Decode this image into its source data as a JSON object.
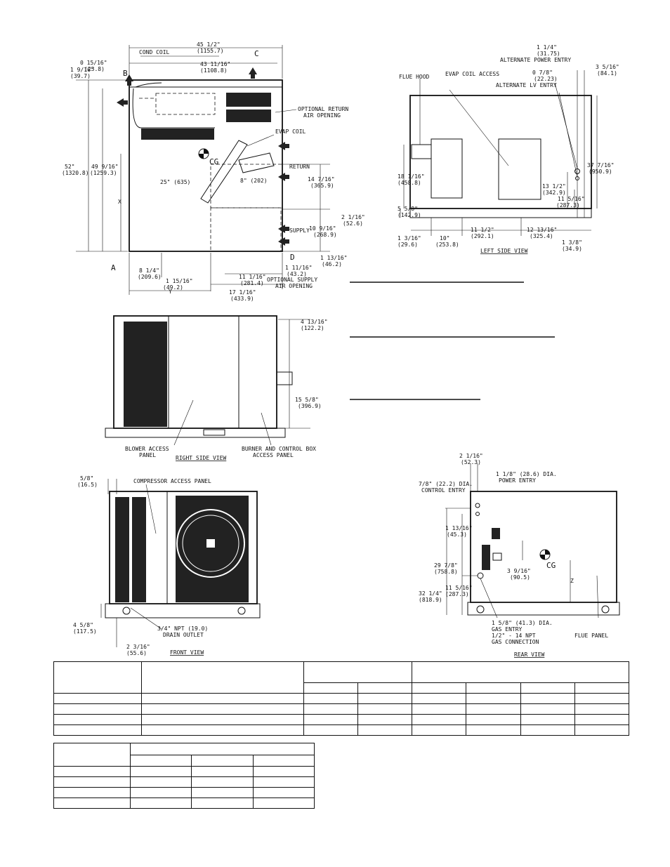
{
  "top_view": {
    "dims": {
      "overall_width": "45 1/2\"",
      "overall_width_mm": "(1155.7)",
      "inner_width": "43 11/16\"",
      "inner_width_mm": "(1108.8)",
      "d0_15_16": "0 15/16\"",
      "d0_15_16_mm": "(23.8)",
      "d1_9_16": "1 9/16\"",
      "d1_9_16_mm": "(39.7)",
      "overall_depth": "52\"",
      "overall_depth_mm": "(1320.8)",
      "inner_depth": "49 9/16\"",
      "inner_depth_mm": "(1259.3)",
      "d14_7_16": "14 7/16\"",
      "d14_7_16_mm": "(365.9)",
      "d2_1_16": "2 1/16\"",
      "d2_1_16_mm": "(52.6)",
      "d10_9_16": "10 9/16\"",
      "d10_9_16_mm": "(268.9)",
      "d1_13_16": "1 13/16\"",
      "d1_13_16_mm": "(46.2)",
      "d1_11_16": "1 11/16\"",
      "d1_11_16_mm": "(43.2)",
      "d11_1_16": "11 1/16\"",
      "d11_1_16_mm": "(281.4)",
      "d17_1_16": "17 1/16\"",
      "d17_1_16_mm": "(433.9)",
      "d8_1_4": "8 1/4\"",
      "d8_1_4_mm": "(209.6)",
      "d1_15_16": "1 15/16\"",
      "d1_15_16_mm": "(49.2)",
      "angle": "25\" (635)",
      "evap_w": "8\" (202)"
    },
    "labels": {
      "cond_coil": "COND COIL",
      "opt_return": "OPTIONAL RETURN",
      "air_opening": "AIR OPENING",
      "evap_coil": "EVAP COIL",
      "return": "RETURN",
      "supply": "SUPPLY",
      "opt_supply": "OPTIONAL SUPPLY",
      "supply_air_opening": "AIR OPENING",
      "cg": "CG",
      "a": "A",
      "b": "B",
      "c": "C",
      "d": "D",
      "x": "X",
      "y": "Y"
    }
  },
  "left_view": {
    "title": "LEFT SIDE VIEW",
    "labels": {
      "flue_hood": "FLUE HOOD",
      "evap_access": "EVAP COIL ACCESS",
      "alt_power": "ALTERNATE POWER ENTRY",
      "alt_lv": "ALTERNATE LV ENTRY"
    },
    "dims": {
      "d1_1_4": "1 1/4\"",
      "d1_1_4_mm": "(31.75)",
      "d0_7_8": "0 7/8\"",
      "d0_7_8_mm": "(22.23)",
      "d3_5_16": "3 5/16\"",
      "d3_5_16_mm": "(84.1)",
      "d37_7_16": "37 7/16\"",
      "d37_7_16_mm": "(950.9)",
      "d18_1_16": "18 1/16\"",
      "d18_1_16_mm": "(458.8)",
      "d13_1_2": "13 1/2\"",
      "d13_1_2_mm": "(342.9)",
      "d11_5_16": "11 5/16\"",
      "d11_5_16_mm": "(287.3)",
      "d5_5_8": "5 5/8\"",
      "d5_5_8_mm": "(142.9)",
      "d1_3_16": "1 3/16\"",
      "d1_3_16_mm": "(29.6)",
      "d10": "10\"",
      "d10_mm": "(253.8)",
      "d11_1_2": "11 1/2\"",
      "d11_1_2_mm": "(292.1)",
      "d12_13_16": "12 13/16\"",
      "d12_13_16_mm": "(325.4)",
      "d1_3_8": "1 3/8\"",
      "d1_3_8_mm": "(34.9)"
    }
  },
  "right_view": {
    "title": "RIGHT SIDE VIEW",
    "labels": {
      "blower1": "BLOWER ACCESS",
      "blower2": "PANEL",
      "burner1": "BURNER AND CONTROL BOX",
      "burner2": "ACCESS PANEL"
    },
    "dims": {
      "d4_13_16": "4 13/16\"",
      "d4_13_16_mm": "(122.2)",
      "d15_5_8": "15 5/8\"",
      "d15_5_8_mm": "(396.9)"
    }
  },
  "front_view": {
    "title": "FRONT VIEW",
    "labels": {
      "comp_access": "COMPRESSOR ACCESS PANEL",
      "drain1": "3/4\" NPT (19.0)",
      "drain2": "DRAIN OUTLET"
    },
    "dims": {
      "d5_8": "5/8\"",
      "d5_8_mm": "(16.5)",
      "d4_5_8": "4 5/8\"",
      "d4_5_8_mm": "(117.5)",
      "d2_3_16": "2 3/16\"",
      "d2_3_16_mm": "(55.6)"
    }
  },
  "rear_view": {
    "title": "REAR VIEW",
    "labels": {
      "power1": "1 1/8\" (28.6) DIA.",
      "power2": "POWER ENTRY",
      "control1": "7/8\" (22.2) DIA.",
      "control2": "CONTROL ENTRY",
      "gas1": "1 5/8\" (41.3) DIA.",
      "gas2": "GAS ENTRY",
      "gas3": "1/2\" - 14 NPT",
      "gas4": "GAS CONNECTION",
      "flue_panel": "FLUE PANEL",
      "cg": "CG",
      "z": "Z"
    },
    "dims": {
      "d2_1_16": "2 1/16\"",
      "d2_1_16_mm": "(52.3)",
      "d1_13_16": "1 13/16\"",
      "d1_13_16_mm": "(45.3)",
      "d29_7_8": "29 7/8\"",
      "d29_7_8_mm": "(758.8)",
      "d3_9_16": "3 9/16\"",
      "d3_9_16_mm": "(90.5)",
      "d11_5_16": "11 5/16\"",
      "d11_5_16_mm": "(287.3)",
      "d32_1_4": "32 1/4\"",
      "d32_1_4_mm": "(818.9)"
    }
  }
}
